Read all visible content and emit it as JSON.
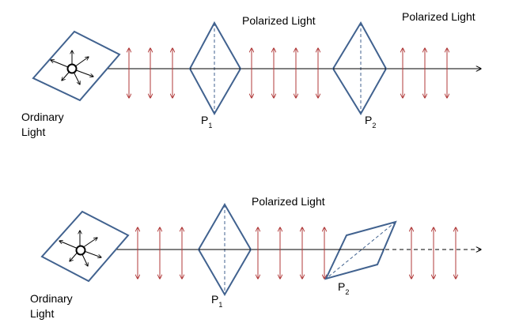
{
  "colors": {
    "polarizer_stroke": "#41628f",
    "arrow_red": "#b03a3a",
    "axis_line": "#000000"
  },
  "top": {
    "source_label_line1": "Ordinary",
    "source_label_line2": "Light",
    "polarized_label_1": "Polarized Light",
    "polarized_label_2": "Polarized Light",
    "p1_letter": "P",
    "p1_sub": "1",
    "p2_letter": "P",
    "p2_sub": "2"
  },
  "bottom": {
    "source_label_line1": "Ordinary",
    "source_label_line2": "Light",
    "polarized_label_1": "Polarized Light",
    "p1_letter": "P",
    "p1_sub": "1",
    "p2_letter": "P",
    "p2_sub": "2"
  }
}
